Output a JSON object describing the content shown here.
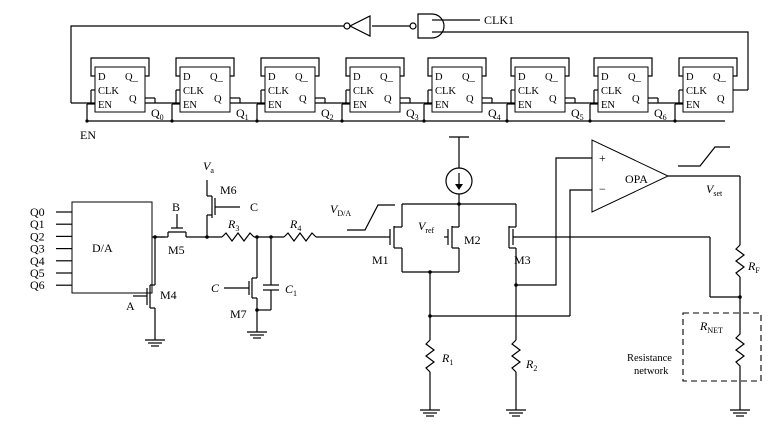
{
  "labels": {
    "clk1": "CLK1",
    "en": "EN",
    "ff_d": "D",
    "ff_qbar": "Q_",
    "ff_clk": "CLK",
    "ff_q": "Q",
    "ff_en": "EN",
    "q_main": "Q",
    "q_subs": [
      "0",
      "1",
      "2",
      "3",
      "4",
      "5",
      "6"
    ],
    "da_inputs": [
      "Q0",
      "Q1",
      "Q2",
      "Q3",
      "Q4",
      "Q5",
      "Q6"
    ],
    "da": "D/A",
    "a": "A",
    "b": "B",
    "c1_gate": "C",
    "c2_gate": "C",
    "m4": "M4",
    "m5": "M5",
    "m6": "M6",
    "m7": "M7",
    "m1": "M1",
    "m2": "M2",
    "m3": "M3",
    "va_main": "V",
    "va_sub": "a",
    "r3_main": "R",
    "r3_sub": "3",
    "r4_main": "R",
    "r4_sub": "4",
    "c1_main": "C",
    "c1_sub": "1",
    "vda_main": "V",
    "vda_sub": "D/A",
    "vref_main": "V",
    "vref_sub": "ref",
    "plus": "+",
    "minus": "−",
    "opa": "OPA",
    "vset_main": "V",
    "vset_sub": "set",
    "rf_main": "R",
    "rf_sub": "F",
    "rnet_main": "R",
    "rnet_sub": "NET",
    "r1_main": "R",
    "r1_sub": "1",
    "r2_main": "R",
    "r2_sub": "2",
    "resnet_line1": "Resistance",
    "resnet_line2": "network"
  }
}
